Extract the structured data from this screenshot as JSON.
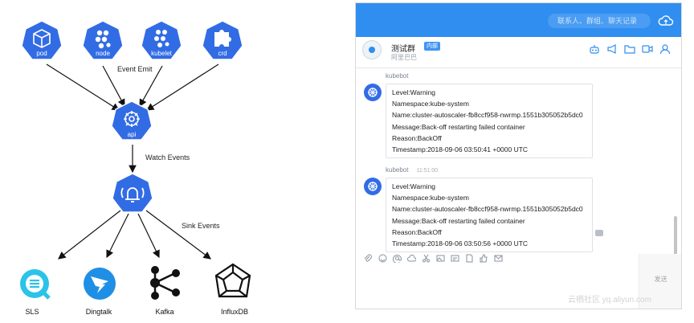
{
  "diagram": {
    "sources": [
      {
        "label": "pod",
        "icon": "cube-icon"
      },
      {
        "label": "node",
        "icon": "node-icon"
      },
      {
        "label": "kubelet",
        "icon": "kubelet-icon"
      },
      {
        "label": "crd",
        "icon": "puzzle-icon"
      }
    ],
    "api_label": "api",
    "edge_labels": {
      "event_emit": "Event Emit",
      "watch_events": "Watch Events",
      "sink_events": "Sink Events"
    },
    "sinks": [
      {
        "label": "SLS",
        "icon": "sls-icon"
      },
      {
        "label": "Dingtalk",
        "icon": "dingtalk-icon"
      },
      {
        "label": "Kafka",
        "icon": "kafka-icon"
      },
      {
        "label": "InfluxDB",
        "icon": "influxdb-icon"
      }
    ],
    "colors": {
      "k8s_blue": "#326ce5",
      "sls_cyan": "#2bc3e8",
      "dingtalk_blue": "#1f8fe5"
    }
  },
  "chat": {
    "search_placeholder": "联系人、群组、聊天记录",
    "group_name": "测试群",
    "group_tag": "内部",
    "group_subtitle": "阿里巴巴",
    "messages": [
      {
        "sender": "kubebot",
        "time": "",
        "lines": [
          "Level:Warning",
          "Namespace:kube-system",
          "Name:cluster-autoscaler-fb8ccf958-nwrmp.1551b305052b5dc0",
          "Message:Back-off restarting failed container",
          "Reason:BackOff",
          "Timestamp:2018-09-06 03:50:41 +0000 UTC"
        ]
      },
      {
        "sender": "kubebot",
        "time": "11:51:00",
        "lines": [
          "Level:Warning",
          "Namespace:kube-system",
          "Name:cluster-autoscaler-fb8ccf958-nwrmp.1551b305052b5dc0",
          "Message:Back-off restarting failed container",
          "Reason:BackOff",
          "Timestamp:2018-09-06 03:50:56 +0000 UTC"
        ]
      }
    ],
    "send_label": "发送",
    "watermark": "云栖社区 yq.aliyun.com",
    "colors": {
      "topbar": "#2f8ef0",
      "bot_avatar": "#326ce5"
    }
  }
}
